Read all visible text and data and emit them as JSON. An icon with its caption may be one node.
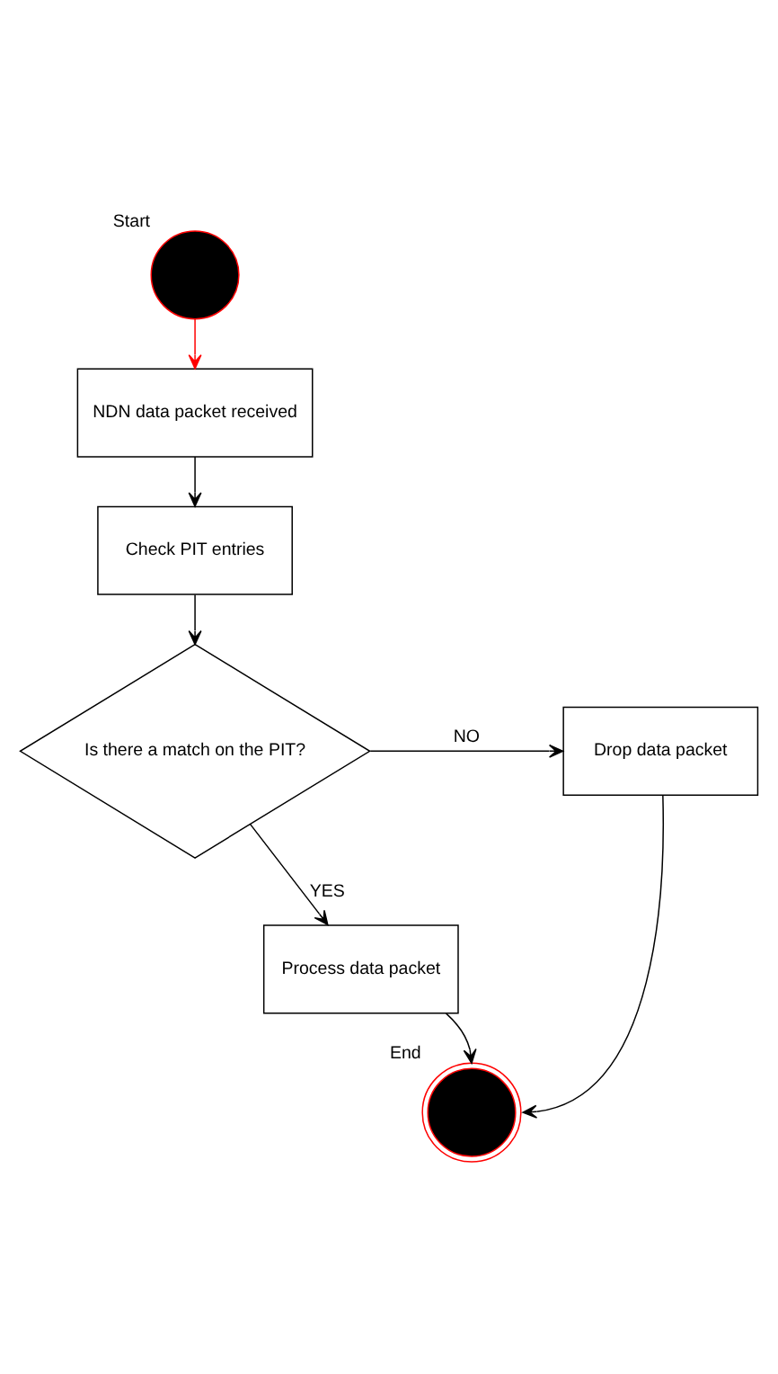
{
  "diagram": {
    "nodes": [
      {
        "text": [],
        "shape": "circle",
        "beside": [
          "Start"
        ]
      },
      {
        "text": [
          "NDN data packet received"
        ]
      },
      {
        "text": [
          "Check PIT entries"
        ]
      },
      {
        "text": [
          "Is there a match on the PIT?"
        ]
      },
      {
        "text": [
          "Drop data packet"
        ]
      },
      {
        "text": [
          "Process data packet"
        ]
      },
      {
        "text": [],
        "shape": "circle",
        "beside": [
          "End"
        ]
      }
    ],
    "edges": [
      {
        "from": 0,
        "to": 1,
        "arrow": "to",
        "color": "#ff0000"
      },
      {
        "from": 1,
        "to": 2,
        "arrow": "to"
      },
      {
        "from": 2,
        "to": 3,
        "arrow": "to"
      },
      {
        "from": 3,
        "to": 4,
        "arrow": "to",
        "label": "NO"
      },
      {
        "from": 3,
        "to": 5,
        "arrow": "to",
        "label": "YES"
      },
      {
        "from": 5,
        "to": 6,
        "arrow": "to"
      },
      {
        "from": 4,
        "to": 6,
        "arrow": "to"
      }
    ]
  }
}
